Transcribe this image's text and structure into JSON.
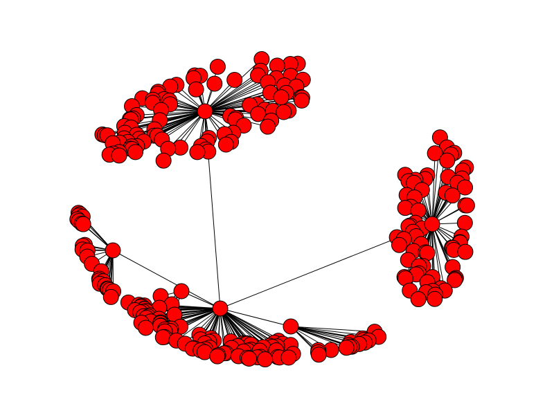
{
  "diagram": {
    "type": "network-graph",
    "node_color": "#ff0000",
    "node_outline_color": "#000000",
    "edge_color": "#000000",
    "background": "#ffffff",
    "hubs": [
      "root",
      "cluster_top",
      "cluster_right"
    ],
    "hub_links": [
      [
        "root",
        "cluster_top"
      ],
      [
        "root",
        "cluster_right"
      ]
    ],
    "clusters": [
      {
        "hub": "cluster_top",
        "leaf_count": 95
      },
      {
        "hub": "cluster_right",
        "leaf_count": 70
      },
      {
        "hub": "root",
        "leaf_count": 80
      },
      {
        "hub": "sub_left",
        "leaf_count": 25
      },
      {
        "hub": "sub_mid",
        "leaf_count": 4
      },
      {
        "hub": "sub_tail",
        "leaf_count": 16
      }
    ]
  }
}
